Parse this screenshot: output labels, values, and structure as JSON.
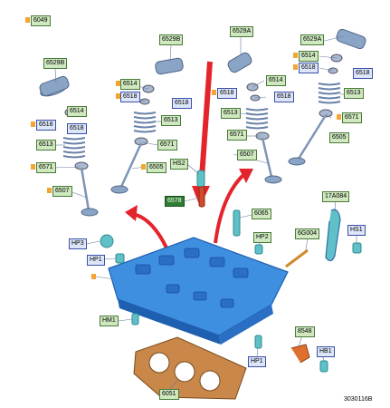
{
  "labels": {
    "l6049": "6049",
    "l6529B_a": "6529B",
    "l6529B_b": "6529B",
    "l6529A_a": "6529A",
    "l6529A_b": "6529A",
    "l6514_a": "6514",
    "l6514_b": "6514",
    "l6514_c": "6514",
    "l6514_d": "6514",
    "l6518_a": "6518",
    "l6518_b": "6518",
    "l6518_c": "6518",
    "l6518_d": "6518",
    "l6518_e": "6518",
    "l6518_f": "6518",
    "l6518_g": "6518",
    "l6518_h": "6518",
    "l6513_a": "6513",
    "l6513_b": "6513",
    "l6513_c": "6513",
    "l6513_d": "6513",
    "l6571_a": "6571",
    "l6571_b": "6571",
    "l6571_c": "6571",
    "l6571_d": "6571",
    "l6505_a": "6505",
    "l6505_b": "6505",
    "l6507_a": "6507",
    "l6507_b": "6507",
    "lHS2": "HS2",
    "l6578": "6578",
    "l6065": "6065",
    "l17A084": "17A084",
    "lHS1": "HS1",
    "lHP3": "HP3",
    "lHP2": "HP2",
    "l6G004": "6G004",
    "lHP1_a": "HP1",
    "lHP1_b": "HP1",
    "lHM1": "HM1",
    "l8548": "8548",
    "lHB1": "HB1",
    "l6051": "6051",
    "drawing_code": "3030116B"
  },
  "colors": {
    "head": "#3f8fe0",
    "head_dark": "#1f5fb0",
    "valve": "#8aa4c6",
    "arrow": "#e3242b",
    "gasket": "#c07a3a",
    "sensor": "#e07030",
    "small_part": "#5fc0c8"
  }
}
